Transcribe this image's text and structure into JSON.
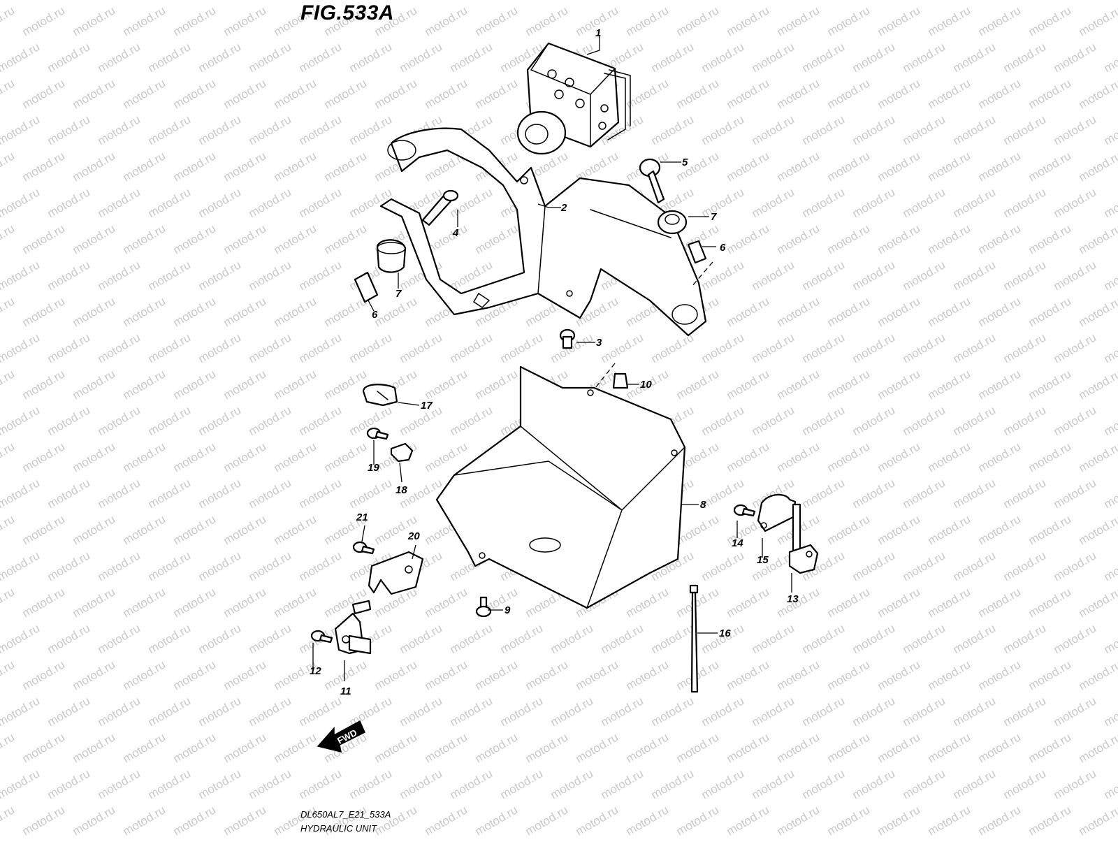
{
  "figure": {
    "title": "FIG.533A",
    "model_code": "DL650AL7_E21_533A",
    "subtitle": "HYDRAULIC UNIT"
  },
  "watermark": {
    "text": "motod.ru"
  },
  "direction_marker": {
    "label": "FWD"
  },
  "callouts": [
    "1",
    "2",
    "3",
    "4",
    "5",
    "6",
    "7",
    "6",
    "7",
    "8",
    "9",
    "10",
    "11",
    "12",
    "13",
    "14",
    "15",
    "16",
    "17",
    "18",
    "19",
    "20",
    "21"
  ]
}
